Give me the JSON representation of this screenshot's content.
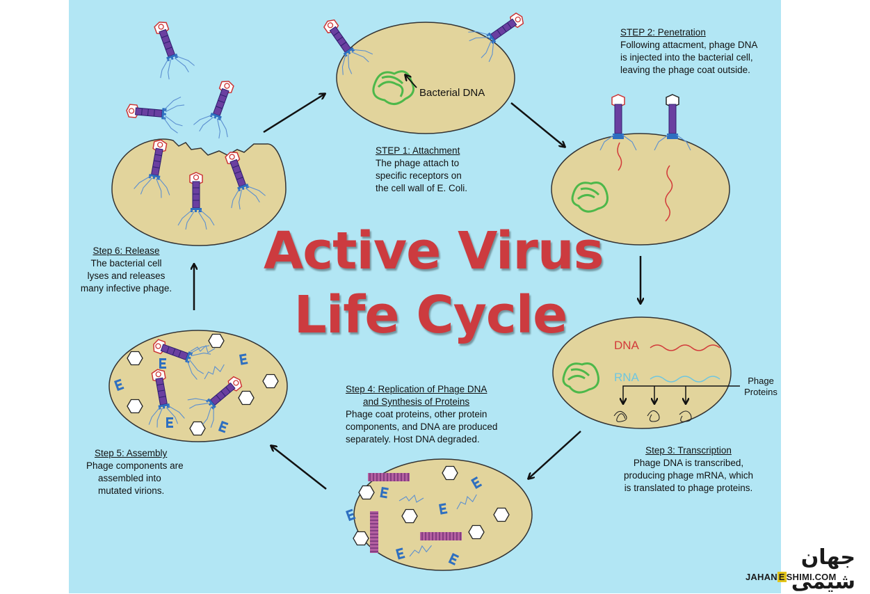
{
  "title": {
    "line1": "Active Virus",
    "line2": "Life Cycle"
  },
  "labels": {
    "bacterial_dna": "Bacterial DNA",
    "dna": "DNA",
    "rna": "RNA",
    "phage_proteins_1": "Phage",
    "phage_proteins_2": "Proteins"
  },
  "steps": {
    "step1": {
      "heading": "STEP 1: Attachment",
      "lines": [
        "The phage attach to",
        "specific receptors on",
        "the cell wall of E. Coli."
      ]
    },
    "step2": {
      "heading": "STEP 2: Penetration",
      "lines": [
        "Following attacment, phage DNA",
        "is injected into the bacterial cell,",
        "leaving the phage coat outside."
      ]
    },
    "step3": {
      "heading": "Step 3: Transcription",
      "lines": [
        "Phage DNA is transcribed,",
        "producing phage mRNA, which",
        "is translated to phage proteins."
      ]
    },
    "step4": {
      "heading1": "Step 4: Replication of Phage DNA",
      "heading2": "and Synthesis of Proteins",
      "lines": [
        "Phage coat proteins, other protein",
        "components, and DNA are produced",
        "separately. Host DNA degraded."
      ]
    },
    "step5": {
      "heading": "Step 5: Assembly",
      "lines": [
        "Phage components are",
        "assembled into",
        "mutated virions."
      ]
    },
    "step6": {
      "heading": "Step 6: Release",
      "lines": [
        "The bacterial cell",
        "lyses and releases",
        "many infective phage."
      ]
    }
  },
  "logo": {
    "persian": "جهان شیمی",
    "english_1": "JAHAN",
    "english_2": "E",
    "english_3": "SHIMI.COM"
  },
  "colors": {
    "background": "#b2e6f4",
    "cell": "#e2d49c",
    "title": "#cc3b3f",
    "phage_body": "#6a3fa0",
    "dna_red": "#d23a3a",
    "rna_blue": "#6fc6df",
    "bacterial_dna": "#4db84a"
  }
}
